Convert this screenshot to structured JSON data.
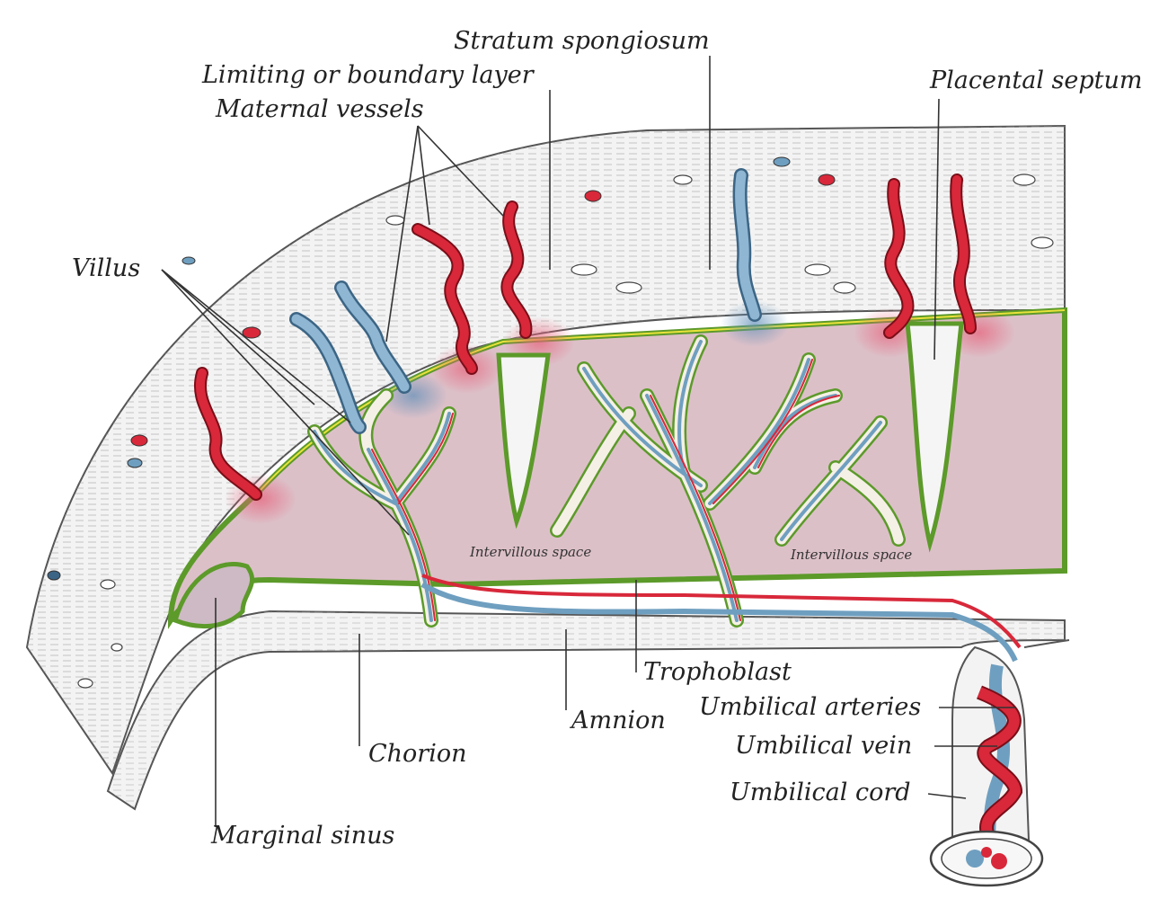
{
  "labels": {
    "stratum_spongiosum": "Stratum spongiosum",
    "limiting_layer": "Limiting or boundary layer",
    "maternal_vessels": "Maternal vessels",
    "placental_septum": "Placental septum",
    "villus": "Villus",
    "intervillous_space": "Intervillous space",
    "trophoblast": "Trophoblast",
    "amnion": "Amnion",
    "umbilical_arteries": "Umbilical arteries",
    "umbilical_vein": "Umbilical vein",
    "umbilical_cord": "Umbilical cord",
    "chorion": "Chorion",
    "marginal_sinus": "Marginal sinus"
  },
  "colors": {
    "artery": "#d8283a",
    "vein": "#6f9fc0",
    "trophoblast_outline": "#5c9a2a",
    "trophoblast_inner": "#e8e23a",
    "intervillous_space": "#dcc0c8",
    "tissue": "#f1f1f1",
    "ink": "#333333"
  }
}
